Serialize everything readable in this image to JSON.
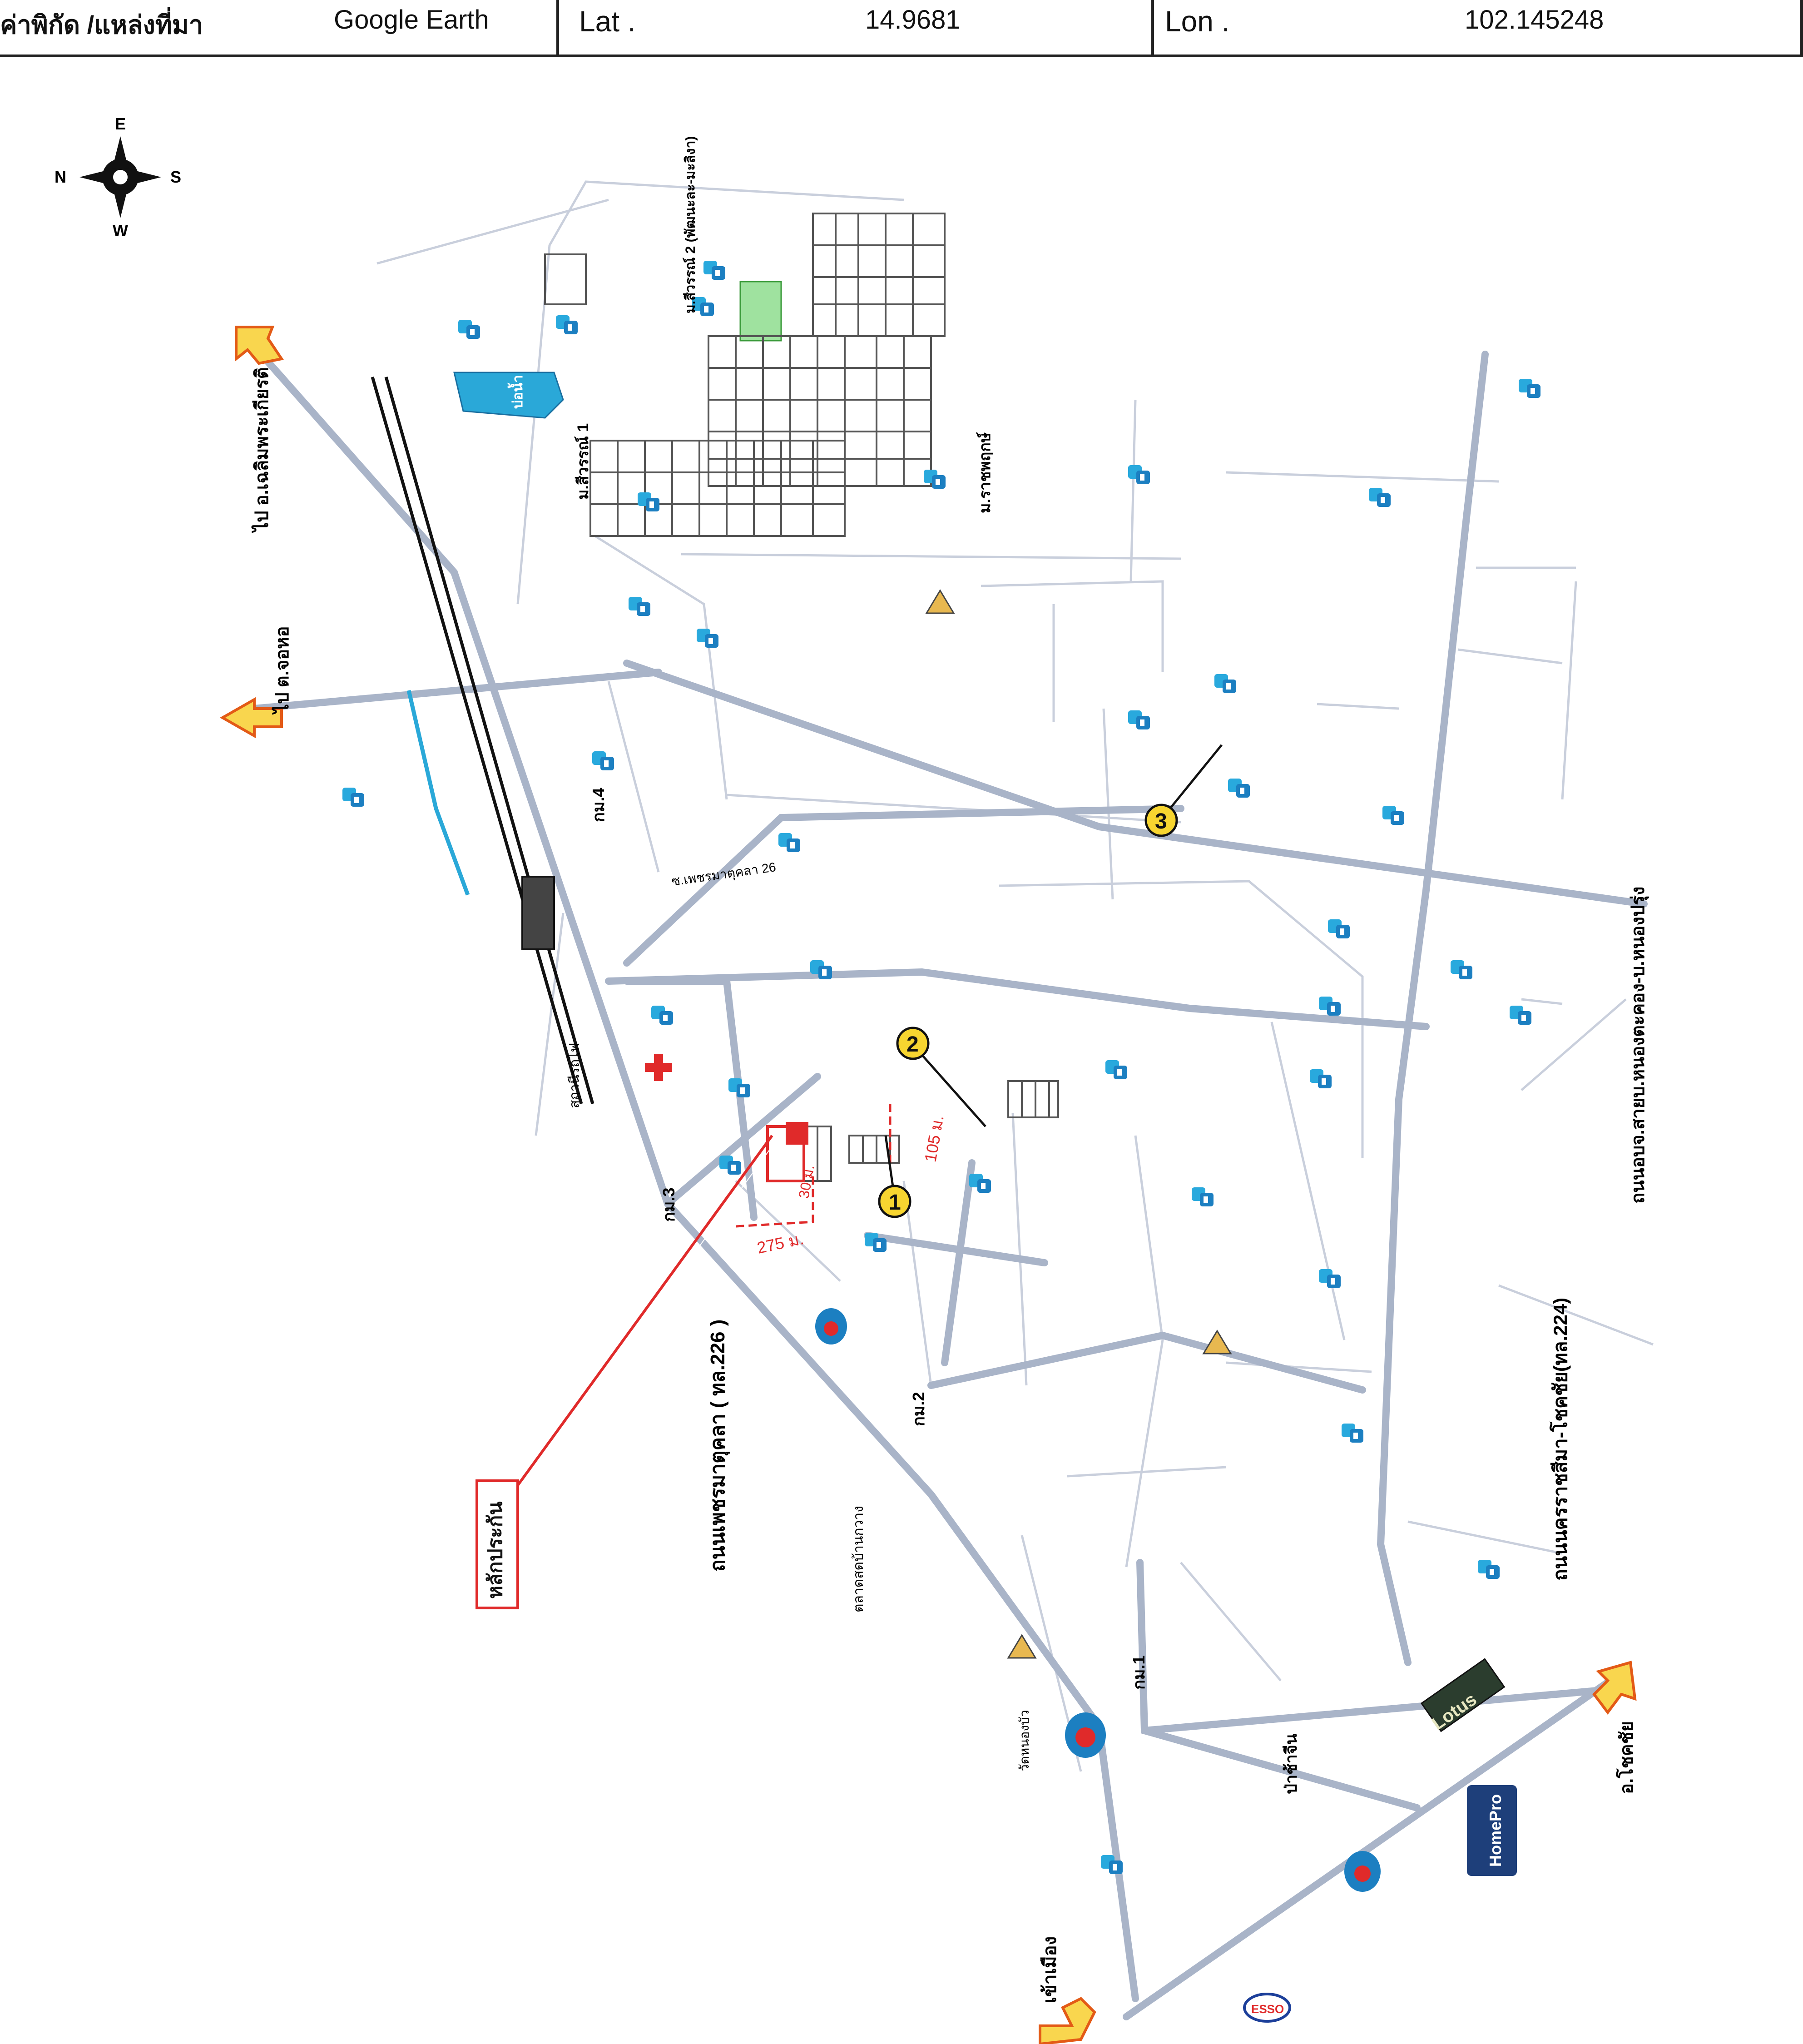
{
  "header": {
    "source_label": "ค่าพิกัด /แหล่งที่มา",
    "source_value": "Google Earth",
    "lat_label": "Lat .",
    "lat_value": "14.9681",
    "lon_label": "Lon .",
    "lon_value": "102.145248"
  },
  "compass": {
    "n": "N",
    "e": "E",
    "s": "S",
    "w": "W"
  },
  "labels": {
    "to_chaloem": "ไป อ.เฉลิมพระเกียรติ",
    "to_chokchai": "ไป ต.จอหอ",
    "muangmai2": "ม.สีวรรณ์ 2 (พัฒนะละ-มะลิงา)",
    "muangmai1": "ม.สีวรรณ์ 1",
    "chorakhe": "ม.ราชพฤกษ์",
    "pond": "บ่อน้ำ",
    "road_phetchamat": "ถนนเพชรมาตุคลา ( ทล.226 )",
    "road_nakhon": "ถนนนครราชสีมา-โชคชัย(ทล.224)",
    "road_local": "ถนนอบจ.สายบ.หนองตะคอง-บ.หนองปรุ่ง",
    "station": "สถานีรถไฟ",
    "km4": "กม.4",
    "km3": "กม.3",
    "km2": "กม.2",
    "km1": "กม.1",
    "soi26": "ซ.เพชรมาตุคลา 26",
    "market": "ตลาดสดบ้านกวาง",
    "cemetery": "ป่าช้าจีน",
    "temple": "วัดหนองบัว",
    "marker_1": "1",
    "marker_2": "2",
    "marker_3": "3",
    "dist_275": "275 ม.",
    "dist_105": "105 ม.",
    "dist_30": "30 ม.",
    "boundary_label": "หลักประกัน",
    "choke_chai": "อ.โชคชัย",
    "muang": "เข้าเมือง",
    "lotus": "Lotus",
    "homepro": "HomePro",
    "esso": "ESSO"
  },
  "colors": {
    "road": "#b9c2d3",
    "road_dark": "#9aa6bb",
    "arrow_fill": "#f9d64e",
    "arrow_stroke": "#e35a16",
    "marker_fill": "#f7d530",
    "red": "#e02a2a",
    "water": "#2aa8d8"
  }
}
